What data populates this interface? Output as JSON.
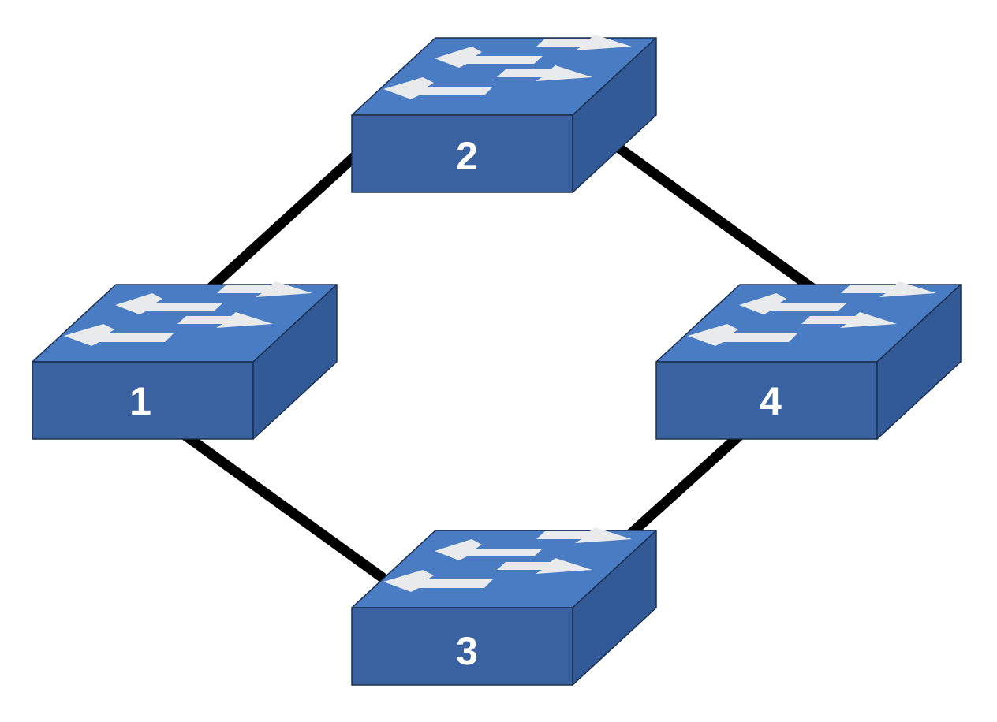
{
  "diagram": {
    "type": "network-topology",
    "colors": {
      "background": "#ffffff",
      "switch_top": "#4a7cc4",
      "switch_front": "#3a62a0",
      "switch_side": "#325a96",
      "switch_edge": "#1b2e4e",
      "arrow": "#e8eaec",
      "link": "#000000",
      "label": "#ffffff"
    },
    "switches": [
      {
        "id": "switch-1",
        "label": "1",
        "icon": "network-switch-icon"
      },
      {
        "id": "switch-2",
        "label": "2",
        "icon": "network-switch-icon"
      },
      {
        "id": "switch-3",
        "label": "3",
        "icon": "network-switch-icon"
      },
      {
        "id": "switch-4",
        "label": "4",
        "icon": "network-switch-icon"
      }
    ],
    "links": [
      {
        "from": "1",
        "to": "2"
      },
      {
        "from": "2",
        "to": "4"
      },
      {
        "from": "1",
        "to": "3"
      },
      {
        "from": "3",
        "to": "4"
      }
    ]
  }
}
